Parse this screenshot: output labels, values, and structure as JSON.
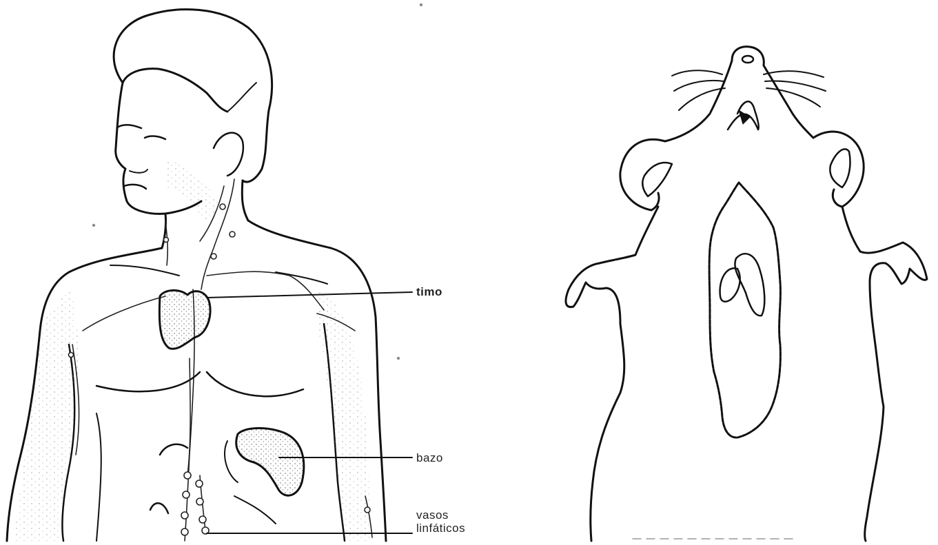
{
  "labels": {
    "timo": "timo",
    "bazo": "bazo",
    "vasos_line1": "vasos",
    "vasos_line2": "linfáticos"
  },
  "colors": {
    "ink": "#111111",
    "background": "#ffffff",
    "stipple": "#555555"
  }
}
